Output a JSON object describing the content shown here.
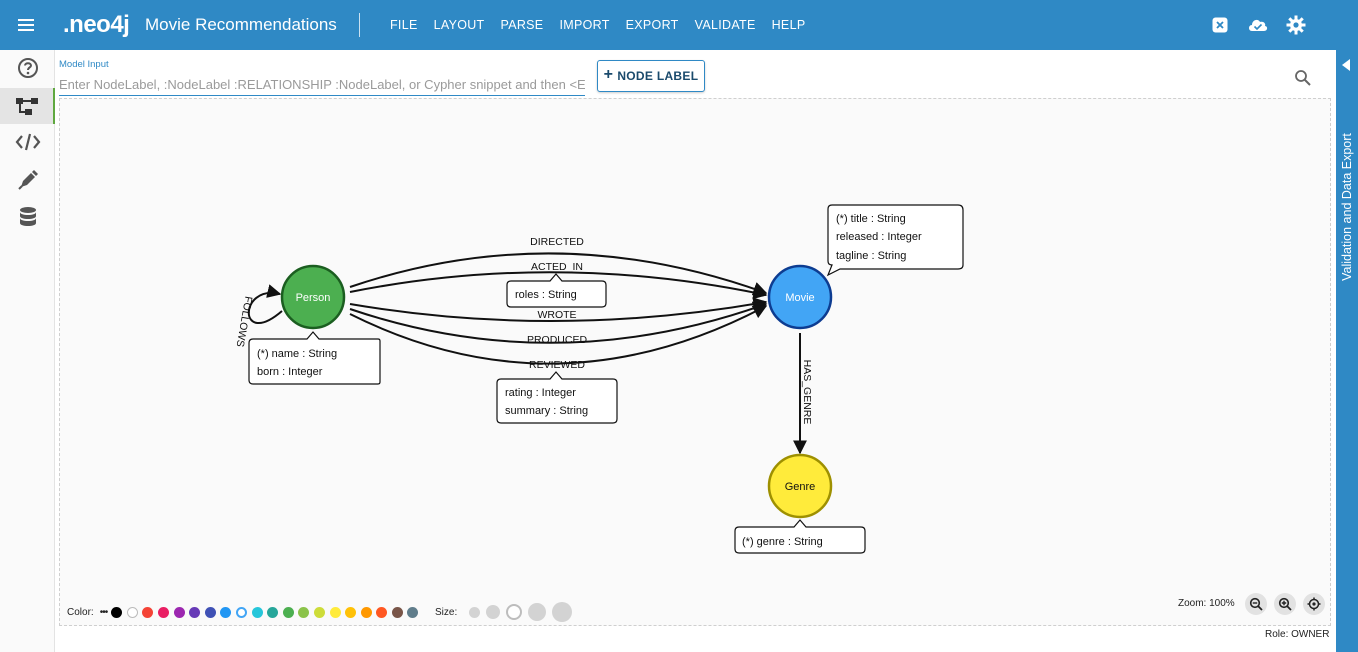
{
  "header": {
    "logo": ".neo4j",
    "title": "Movie Recommendations",
    "menu": [
      "FILE",
      "LAYOUT",
      "PARSE",
      "IMPORT",
      "EXPORT",
      "VALIDATE",
      "HELP"
    ],
    "icons": [
      "close-box-icon",
      "cloud-done-icon",
      "gear-icon"
    ]
  },
  "sidebar": {
    "items": [
      {
        "name": "help-icon",
        "active": false
      },
      {
        "name": "graph-model-icon",
        "active": true
      },
      {
        "name": "code-icon",
        "active": false
      },
      {
        "name": "edit-pen-icon",
        "active": false
      },
      {
        "name": "database-icon",
        "active": false
      }
    ]
  },
  "model_input": {
    "label": "Model Input",
    "placeholder": "Enter NodeLabel, :NodeLabel :RELATIONSHIP :NodeLabel, or Cypher snippet and then <Enter>"
  },
  "node_label_button": {
    "label": "NODE LABEL"
  },
  "right_panel": {
    "label": "Validation and Data Export"
  },
  "graph": {
    "nodes": [
      {
        "id": "person",
        "label": "Person",
        "color": "#4caf50",
        "stroke": "#1b5e20",
        "text_color": "#ffffff",
        "properties": [
          "(*) name : String",
          "born : Integer"
        ]
      },
      {
        "id": "movie",
        "label": "Movie",
        "color": "#42a5f5",
        "stroke": "#0d3c91",
        "text_color": "#ffffff",
        "properties": [
          "(*) title : String",
          "released : Integer",
          "tagline : String"
        ]
      },
      {
        "id": "genre",
        "label": "Genre",
        "color": "#ffeb3b",
        "stroke": "#9e9000",
        "text_color": "#111111",
        "properties": [
          "(*) genre : String"
        ]
      }
    ],
    "relationships": [
      {
        "id": "directed",
        "label": "DIRECTED",
        "from": "person",
        "to": "movie",
        "properties": []
      },
      {
        "id": "acted_in",
        "label": "ACTED_IN",
        "from": "person",
        "to": "movie",
        "properties": [
          "roles : String"
        ]
      },
      {
        "id": "wrote",
        "label": "WROTE",
        "from": "person",
        "to": "movie",
        "properties": []
      },
      {
        "id": "produced",
        "label": "PRODUCED",
        "from": "person",
        "to": "movie",
        "properties": []
      },
      {
        "id": "reviewed",
        "label": "REVIEWED",
        "from": "person",
        "to": "movie",
        "properties": [
          "rating : Integer",
          "summary : String"
        ]
      },
      {
        "id": "follows",
        "label": "FOLLOWS",
        "from": "person",
        "to": "person",
        "properties": []
      },
      {
        "id": "has_genre",
        "label": "HAS_GENRE",
        "from": "movie",
        "to": "genre",
        "properties": []
      }
    ]
  },
  "bottom_bar": {
    "color_label": "Color:",
    "colors": [
      "#000000",
      "#ffffff",
      "#f44336",
      "#e91e63",
      "#9c27b0",
      "#673ab7",
      "#3f51b5",
      "#2196f3",
      "#42a5f5",
      "#26c6da",
      "#26a69a",
      "#4caf50",
      "#8bc34a",
      "#cddc39",
      "#ffeb3b",
      "#ffc107",
      "#ff9800",
      "#ff5722",
      "#795548",
      "#607d8b"
    ],
    "selected_color": "#42a5f5",
    "size_label": "Size:",
    "sizes": [
      "xs",
      "s",
      "m",
      "l",
      "xl"
    ],
    "selected_size": "m",
    "zoom_text": "Zoom: 100%",
    "zoom_icons": [
      "zoom-out-icon",
      "zoom-in-icon",
      "fit-center-icon"
    ],
    "role_text": "Role: OWNER"
  }
}
